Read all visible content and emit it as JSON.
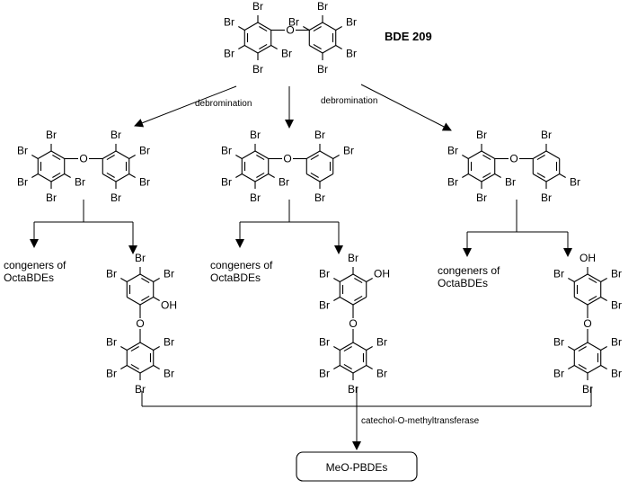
{
  "title": "BDE 209",
  "atoms": {
    "br": "Br",
    "o": "O",
    "oh": "OH"
  },
  "labels": {
    "debromination_left": "debromination",
    "debromination_right": "debromination",
    "congeners": [
      "congeners of",
      "OctaBDEs"
    ],
    "enzyme": "catechol-O-methyltransferase",
    "product": "MeO-PBDEs"
  },
  "colors": {
    "line": "#000000",
    "background": "#ffffff"
  }
}
